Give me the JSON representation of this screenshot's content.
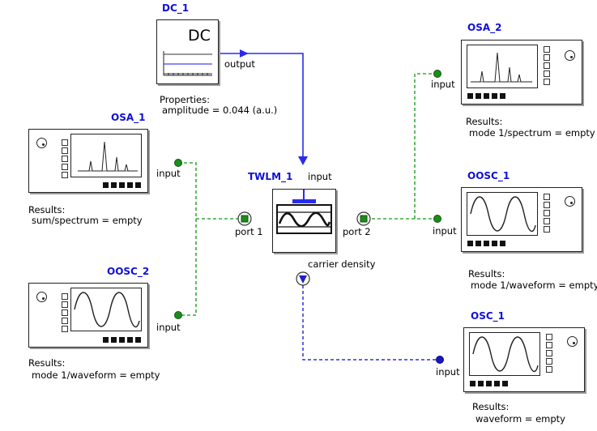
{
  "components": {
    "dc": {
      "title": "DC_1",
      "display_text": "DC",
      "port_output": "output",
      "properties_header": "Properties:",
      "property_line": "amplitude = 0.044 (a.u.)"
    },
    "osa_1": {
      "title": "OSA_1",
      "port_input": "input",
      "results_header": "Results:",
      "result_line": "sum/spectrum = empty"
    },
    "oosc_2": {
      "title": "OOSC_2",
      "port_input": "input",
      "results_header": "Results:",
      "result_line": "mode 1/waveform = empty"
    },
    "twlm": {
      "title": "TWLM_1",
      "port_input": "input",
      "port_1": "port 1",
      "port_2": "port 2",
      "port_carrier": "carrier density"
    },
    "osa_2": {
      "title": "OSA_2",
      "port_input": "input",
      "results_header": "Results:",
      "result_line": "mode 1/spectrum = empty"
    },
    "oosc_1": {
      "title": "OOSC_1",
      "port_input": "input",
      "results_header": "Results:",
      "result_line": "mode 1/waveform = empty"
    },
    "osc": {
      "title": "OSC_1",
      "port_input": "input",
      "results_header": "Results:",
      "result_line": "waveform = empty"
    }
  },
  "colors": {
    "title_blue": "#1010d8",
    "electrical_wire": "#2a2aee",
    "optical_wire": "#3aa83a",
    "carrier_wire": "#3030d0"
  },
  "icons": [
    "dc-source-icon",
    "spectrum-analyzer-icon",
    "oscilloscope-icon",
    "laser-model-icon",
    "port-icon"
  ]
}
